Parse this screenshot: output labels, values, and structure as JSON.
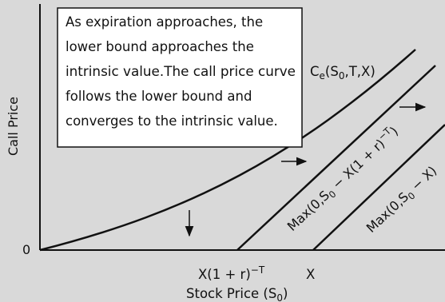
{
  "note": {
    "lines": [
      "As expiration approaches, the",
      "lower bound approaches the",
      "intrinsic value.The call price curve",
      "follows the lower bound and",
      "converges to the intrinsic value."
    ]
  },
  "axes": {
    "ylabel": "Call Price",
    "xlabel": "Stock Price (S",
    "xlabel_sub": "0",
    "xlabel_close": ")",
    "origin_label": "0",
    "tick_pv_base": "X(1 + r)",
    "tick_pv_sup": "−T",
    "tick_x": "X"
  },
  "labels": {
    "call_curve": {
      "base": "C",
      "sub": "e",
      "args": "(S",
      "args_sub": "0",
      "args_rest": ",T,X)"
    },
    "lower_bound": {
      "p1": "Max(0,S",
      "sub": "0",
      "p2": " − X(1 + r)",
      "sup": "−T",
      "p3": ")"
    },
    "intrinsic": {
      "p1": "Max(0,S",
      "sub": "0",
      "p2": " − X)"
    }
  },
  "colors": {
    "background": "#d9d9d9",
    "ink": "#111111",
    "box_fill": "#ffffff"
  },
  "icons": [
    "arrow-right-icon",
    "arrow-down-icon"
  ]
}
